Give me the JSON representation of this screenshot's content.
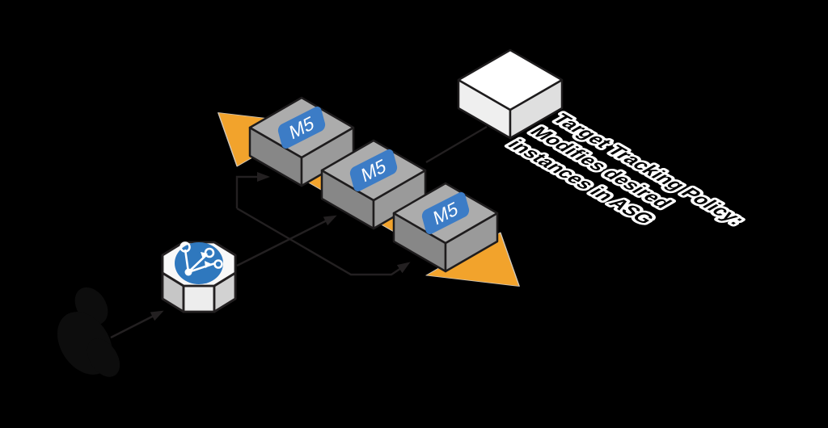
{
  "caption": {
    "line1": "Target Tracking Policy:",
    "line2": "Modifies desired",
    "line3": "instances in ASG"
  },
  "instances": {
    "label": "M5",
    "count": 3
  },
  "icons": {
    "user": "user-silhouette-icon",
    "load_balancer": "branching-arrows-icon",
    "scaling": "double-headed-arrow"
  },
  "colors": {
    "background": "#000000",
    "scaling_arrow_orange": "#F2A32C",
    "scaling_arrow_fringe": "#CFC6B8",
    "instance_badge_blue": "#3C7CC6",
    "load_balancer_blue": "#2F78BE",
    "instance_box_top_gray": "#ACACAC",
    "instance_box_left_gray": "#878787",
    "instance_box_right_gray": "#9A9A9A",
    "connector_black": "#232021"
  }
}
